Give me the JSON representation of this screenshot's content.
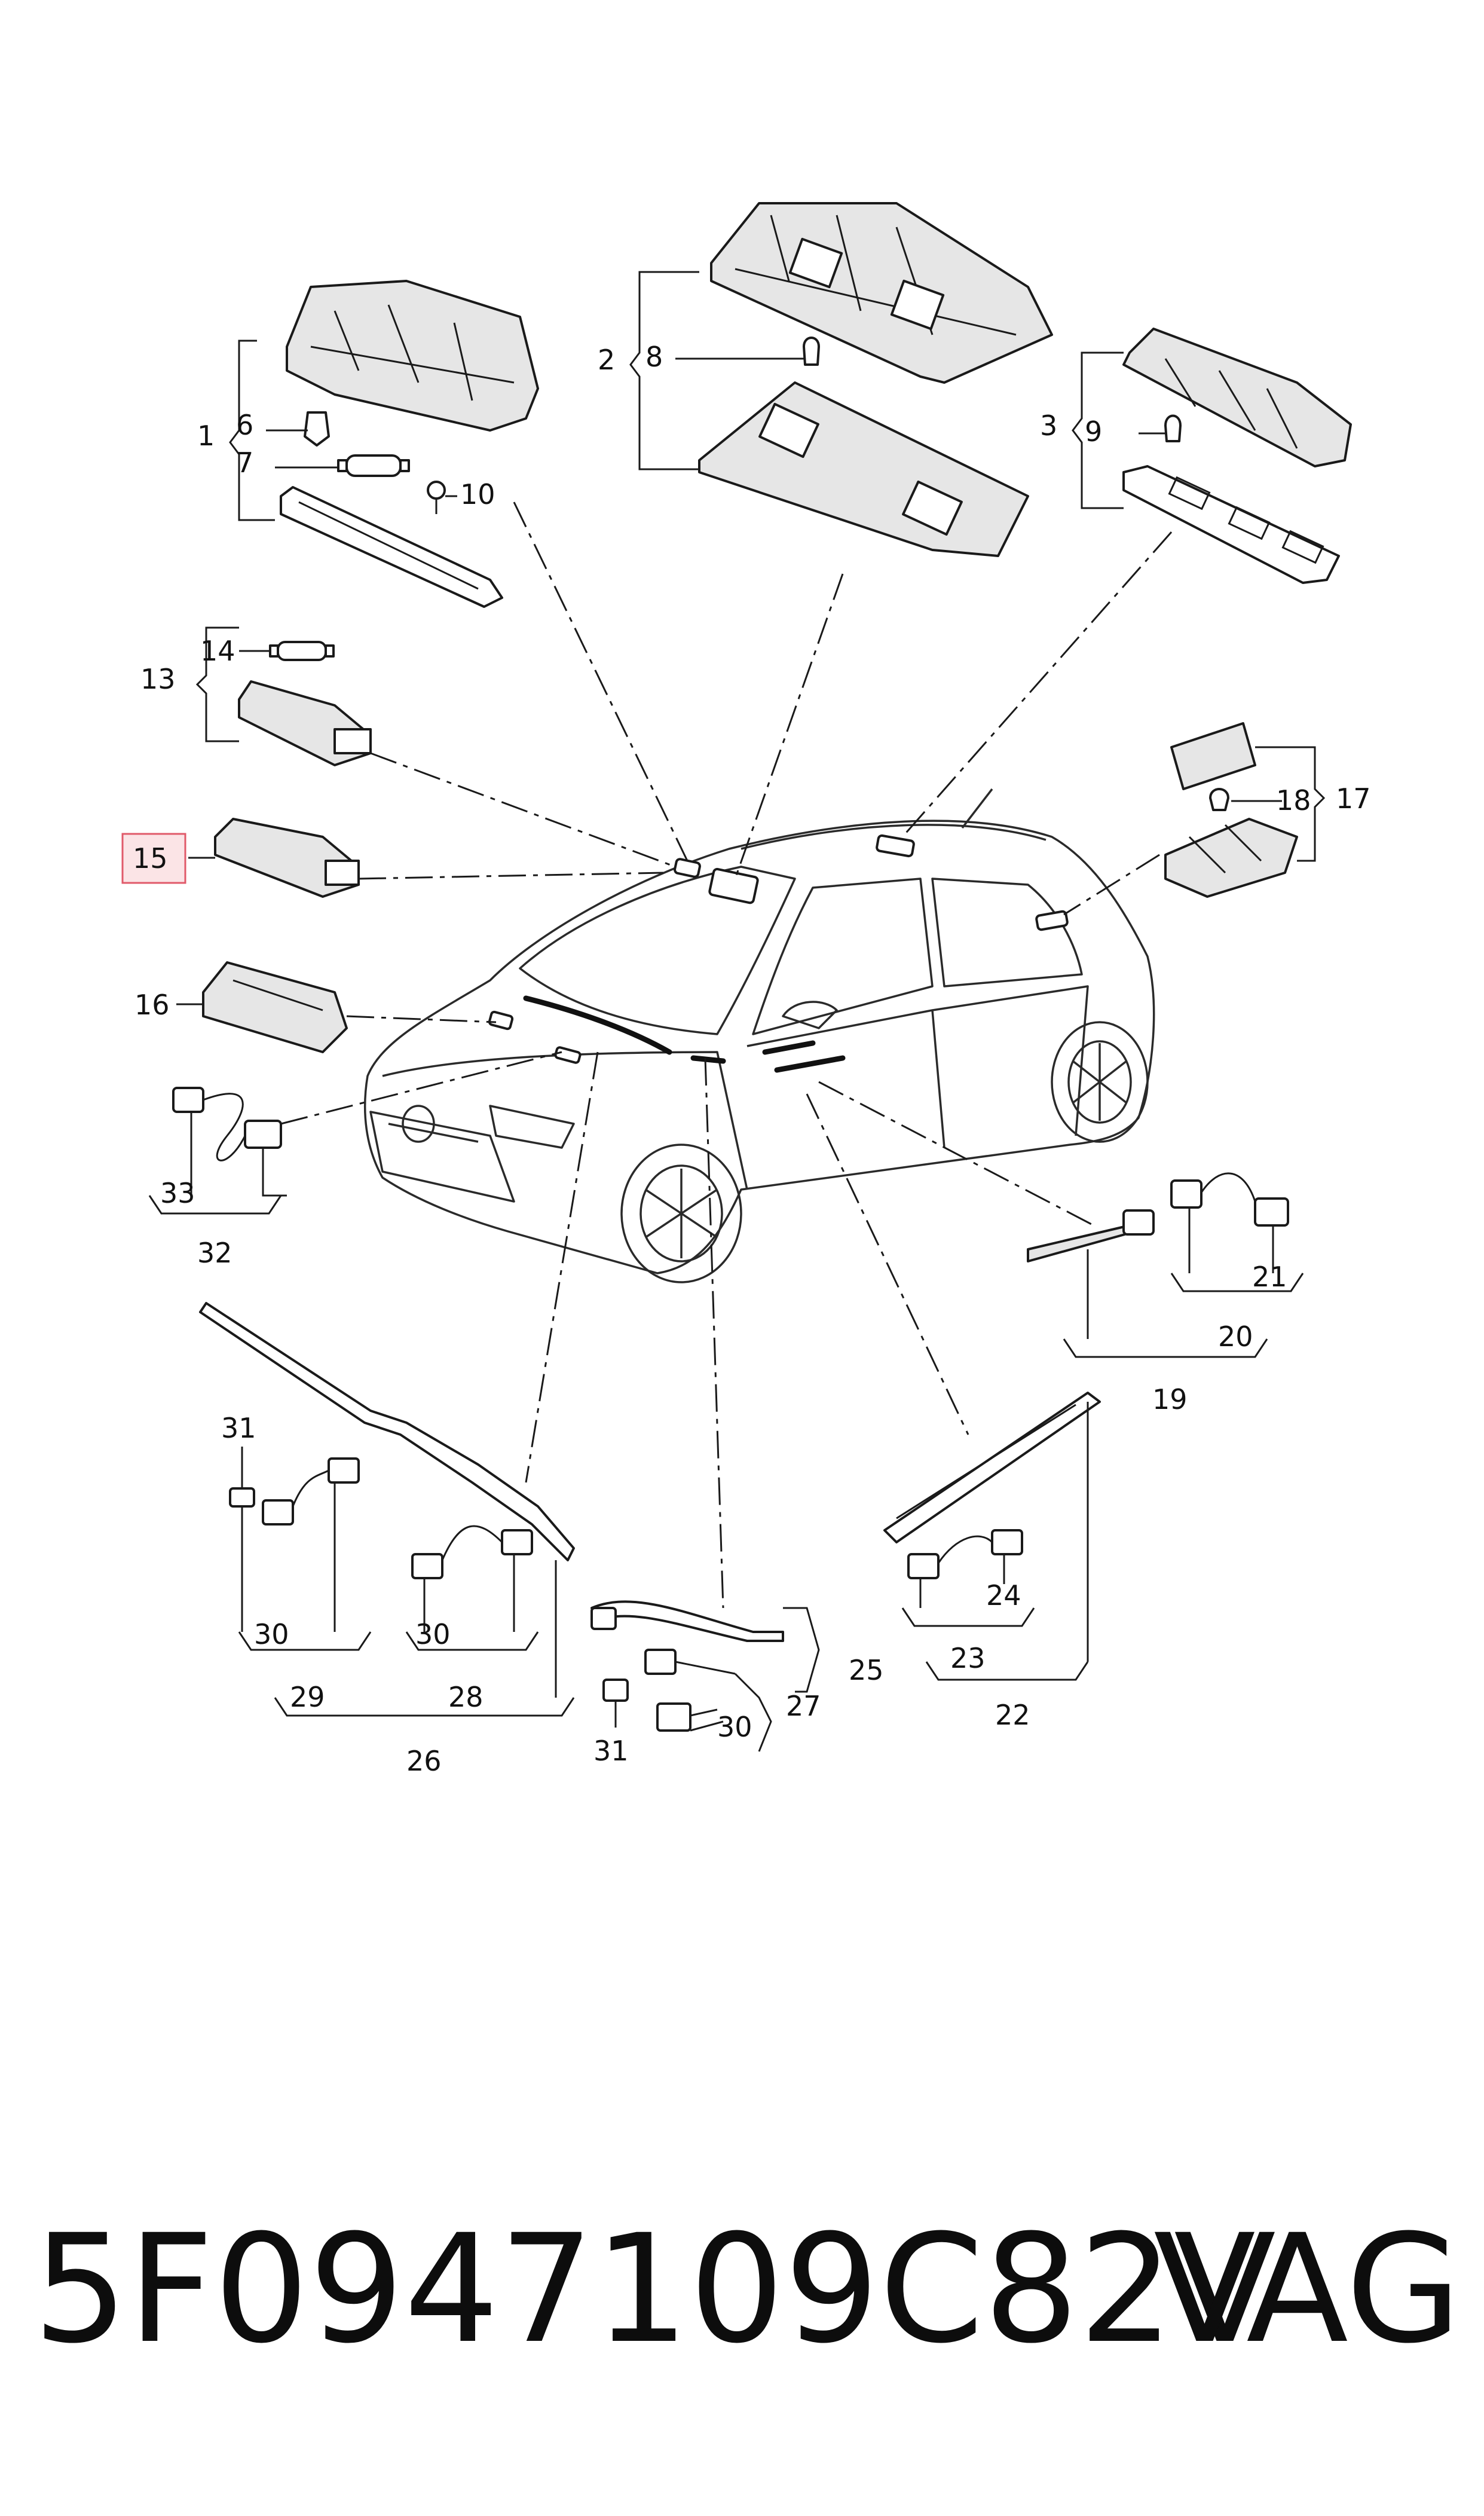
{
  "labels": {
    "l1": "1",
    "l2": "2",
    "l3": "3",
    "l6": "6",
    "l7": "7",
    "l8": "8",
    "l9": "9",
    "l10": "10",
    "l13": "13",
    "l14": "14",
    "l15": "15",
    "l16": "16",
    "l17": "17",
    "l18": "18",
    "l19": "19",
    "l20": "20",
    "l21": "21",
    "l22": "22",
    "l23": "23",
    "l24": "24",
    "l25": "25",
    "l26": "26",
    "l27": "27",
    "l28": "28",
    "l29": "29",
    "l30a": "30",
    "l30b": "30",
    "l30c": "30",
    "l31a": "31",
    "l31b": "31",
    "l32": "32",
    "l33": "33"
  },
  "highlight": {
    "part": "15",
    "color": "#e05a6a",
    "fill": "#fbe4e6"
  },
  "footer": {
    "part_number": "5F0947109C82V",
    "brand": "VAG"
  }
}
